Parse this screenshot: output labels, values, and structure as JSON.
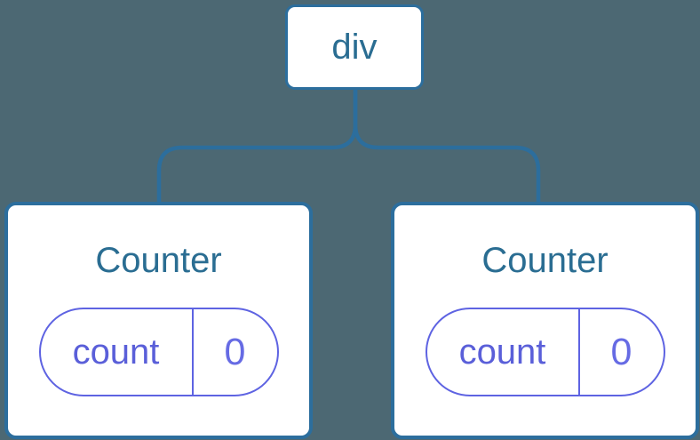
{
  "diagram": {
    "description": "Component tree diagram",
    "root": {
      "label": "div"
    },
    "children": [
      {
        "title": "Counter",
        "state": {
          "key": "count",
          "value": "0"
        }
      },
      {
        "title": "Counter",
        "state": {
          "key": "count",
          "value": "0"
        }
      }
    ]
  },
  "colors": {
    "background": "#4C6873",
    "connector": "#2C6E9D",
    "node_border": "#2C6E9D",
    "node_text": "#2A6D92",
    "node_fill": "#FFFFFF",
    "state_border": "#5E63E2",
    "state_text": "#5A5FD9",
    "state_value_text": "#666BE4"
  }
}
